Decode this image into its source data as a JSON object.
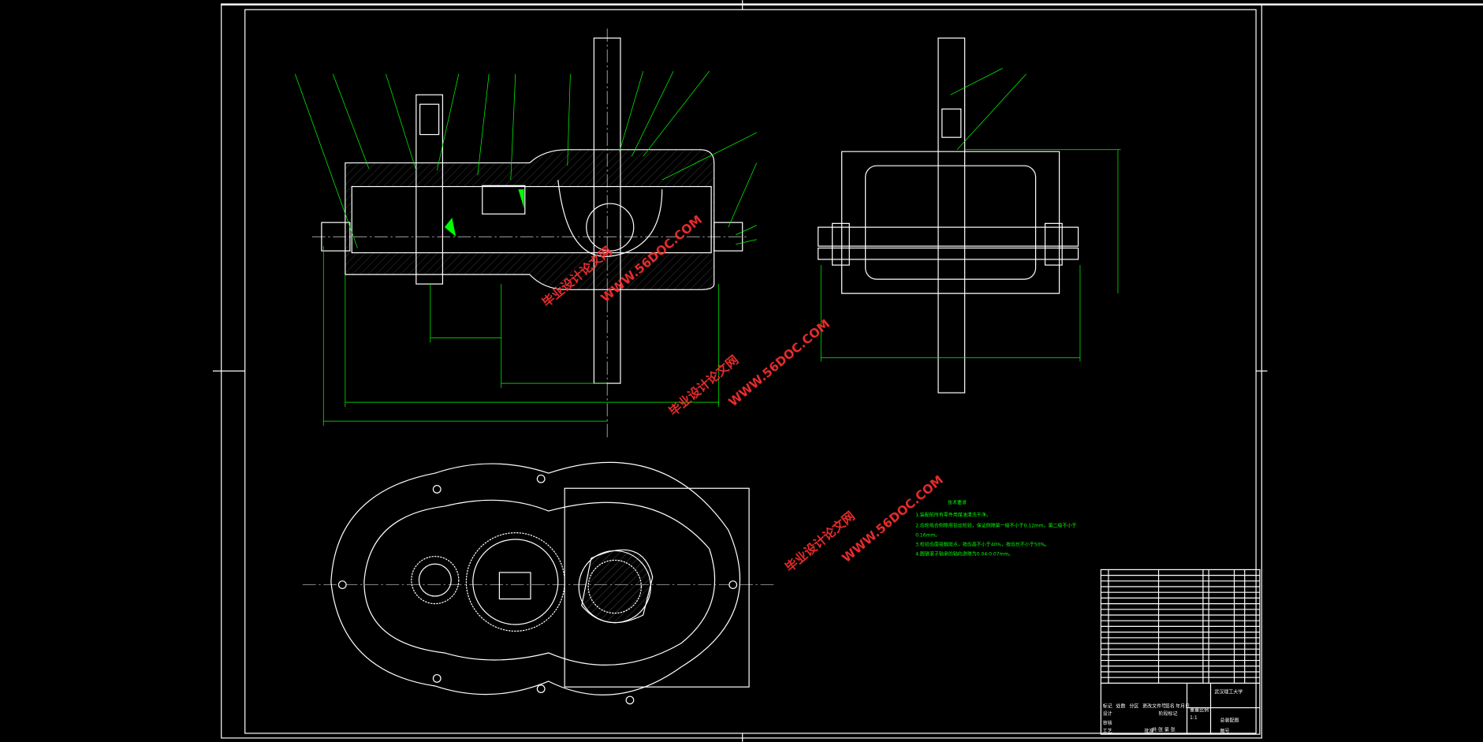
{
  "watermark": {
    "site": "WWW.56DOC.COM",
    "name": "毕业设计论文网"
  },
  "requirements": {
    "title": "技术要求",
    "lines": [
      "1.装配前所有零件用煤油清洗干净。",
      "2.齿轮啮合侧隙用铅丝检验，保证侧隙第一级不小于0.12mm，第二级不小于",
      "0.16mm。",
      "3.检验齿面接触斑点，按齿高不小于40%，按齿长不小于50%。",
      "4.圆锥滚子轴承的轴向游隙为0.04-0.07mm。"
    ]
  },
  "title_block": {
    "school": "武汉理工大学",
    "drawing_name": "总装配图",
    "drawing_no": "图号",
    "scale": "1:1",
    "headers": [
      "标记",
      "处数",
      "分区",
      "更改文件号",
      "签名",
      "年月日"
    ],
    "roles": [
      "设计",
      "审核",
      "工艺",
      "批准"
    ],
    "stage": [
      "阶段标记",
      "重量",
      "比例"
    ],
    "sheet": "共 张 第 张"
  },
  "colors": {
    "background": "#000000",
    "lines": "#ffffff",
    "dimensions": "#00ff00",
    "watermark": "#ff3030"
  }
}
